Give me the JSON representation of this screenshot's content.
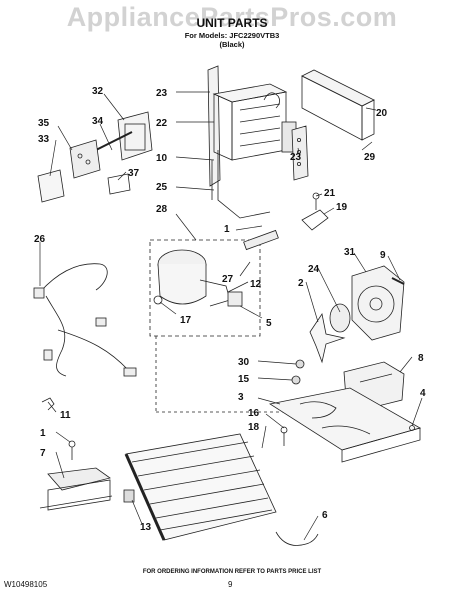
{
  "header": {
    "watermark": "AppliancePartsPros.com",
    "title": "UNIT PARTS",
    "models_line": "For Models: JFC2290VTB3",
    "models_color": "(Black)"
  },
  "callouts": [
    "32",
    "34",
    "35",
    "33",
    "37",
    "23",
    "22",
    "10",
    "25",
    "28",
    "1",
    "27",
    "12",
    "17",
    "5",
    "26",
    "31",
    "9",
    "24",
    "2",
    "23",
    "20",
    "29",
    "21",
    "19",
    "30",
    "15",
    "8",
    "3",
    "4",
    "11",
    "16",
    "18",
    "1",
    "7",
    "13",
    "6"
  ],
  "footer": {
    "ordering_note": "FOR ORDERING INFORMATION REFER TO PARTS PRICE LIST",
    "doc_number": "W10498105",
    "page_number": "9"
  }
}
